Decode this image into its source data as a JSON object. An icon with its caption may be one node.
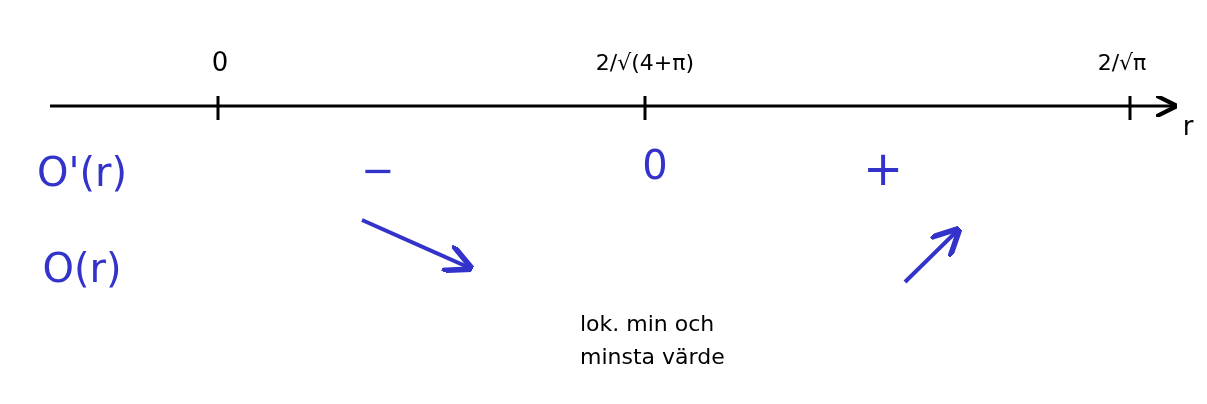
{
  "diagram": {
    "labels": [
      "0",
      "2/√(4+π)",
      "2/√π",
      "r",
      "O'(r)",
      "−",
      "0",
      "+",
      "O(r)",
      "lok. min och minsta värde"
    ]
  }
}
